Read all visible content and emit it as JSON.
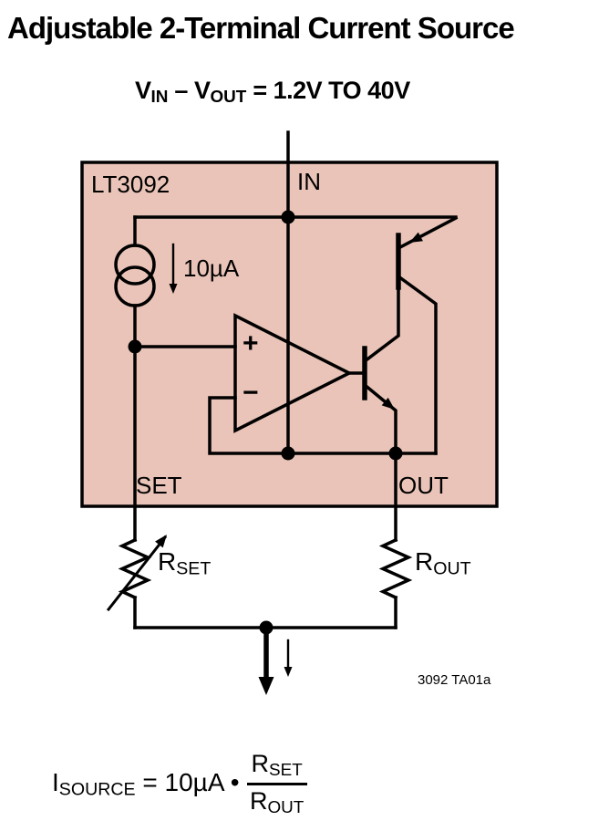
{
  "title": "Adjustable 2-Terminal Current Source",
  "subtitle": {
    "pre": "V",
    "sub1": "IN",
    "mid": " – V",
    "sub2": "OUT",
    "post": " = 1.2V TO 40V"
  },
  "ic": {
    "name": "LT3092",
    "pin_in": "IN",
    "pin_set": "SET",
    "pin_out": "OUT",
    "current_source_value": "10µA",
    "opamp_plus": "+",
    "opamp_minus": "−"
  },
  "resistors": {
    "rset": {
      "base": "R",
      "sub": "SET"
    },
    "rout": {
      "base": "R",
      "sub": "OUT"
    }
  },
  "figure_id": "3092 TA01a",
  "formula": {
    "i": "I",
    "i_sub": "SOURCE",
    "equals": " = 10µA • ",
    "num_base": "R",
    "num_sub": "SET",
    "den_base": "R",
    "den_sub": "OUT"
  },
  "colors": {
    "box_fill": "#eac4b8",
    "wire": "#000000",
    "background": "#ffffff"
  }
}
